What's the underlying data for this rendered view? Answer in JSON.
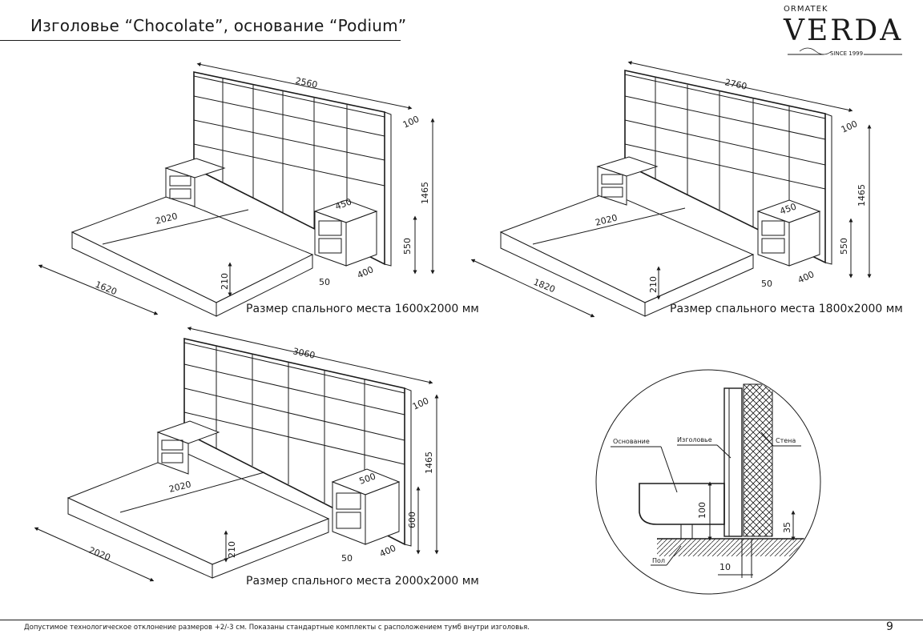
{
  "header": {
    "title": "Изголовье “Chocolate”, основание “Podium”",
    "logo": {
      "top": "ORMATEK",
      "brand": "VERDA",
      "since": "SINCE 1999"
    }
  },
  "drawings": [
    {
      "caption": "Размер спального места 1600х2000 мм",
      "dims": {
        "headboard_width": "2560",
        "headboard_depth": "100",
        "headboard_height": "1465",
        "bed_length": "2020",
        "bed_width": "1620",
        "base_height": "210",
        "nightstand_width": "450",
        "nightstand_height": "550",
        "nightstand_depth": "400",
        "nightstand_gap": "50"
      }
    },
    {
      "caption": "Размер спального места 1800х2000 мм",
      "dims": {
        "headboard_width": "2760",
        "headboard_depth": "100",
        "headboard_height": "1465",
        "bed_length": "2020",
        "bed_width": "1820",
        "base_height": "210",
        "nightstand_width": "450",
        "nightstand_height": "550",
        "nightstand_depth": "400",
        "nightstand_gap": "50"
      }
    },
    {
      "caption": "Размер спального места 2000х2000 мм",
      "dims": {
        "headboard_width": "3060",
        "headboard_depth": "100",
        "headboard_height": "1465",
        "bed_length": "2020",
        "bed_width": "2020",
        "base_height": "210",
        "nightstand_width": "500",
        "nightstand_height": "600",
        "nightstand_depth": "400",
        "nightstand_gap": "50"
      }
    }
  ],
  "detail": {
    "base_label": "Основание",
    "headboard_label": "Изголовье",
    "wall_label": "Стена",
    "floor_label": "Пол",
    "dim_100": "100",
    "dim_35": "35",
    "dim_10": "10"
  },
  "footer": {
    "note": "Допустимое технологическое отклонение размеров +2/-3 см.  Показаны стандартные комплекты с расположением тумб внутри изголовья.",
    "page": "9"
  }
}
